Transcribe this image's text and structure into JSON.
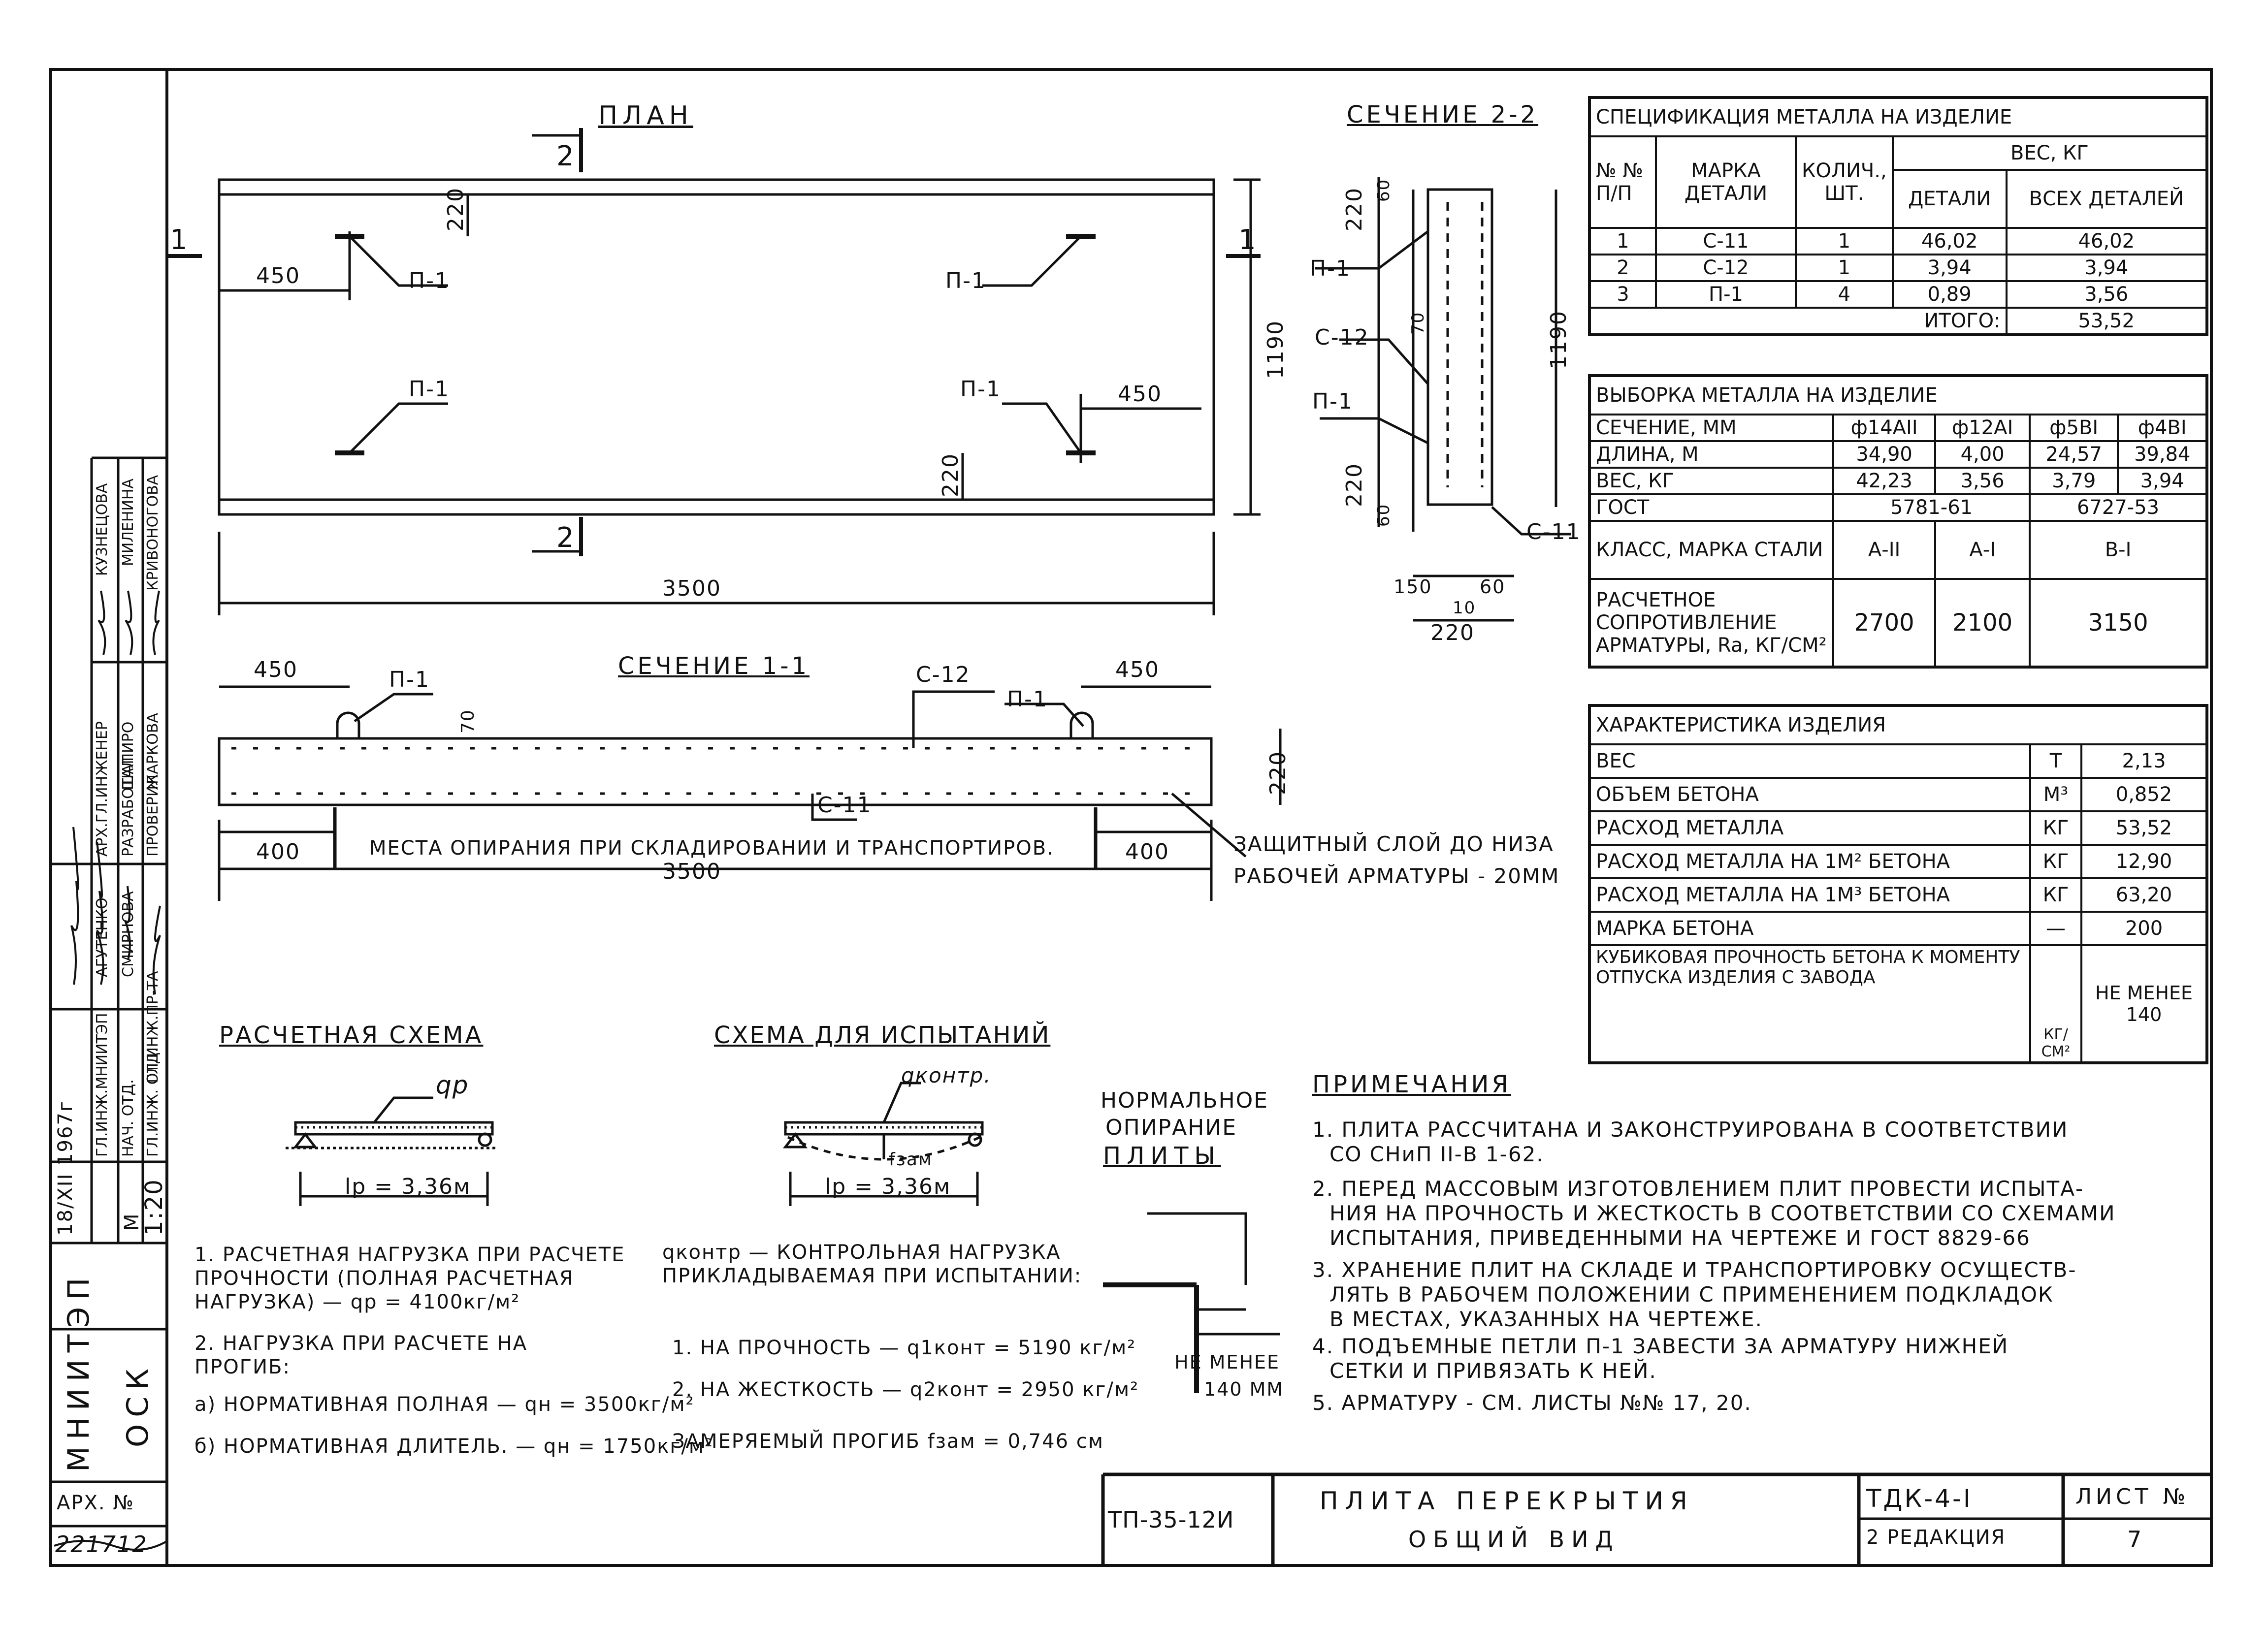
{
  "plan": {
    "title": "ПЛАН",
    "section_mark_left": "1",
    "section_mark_right": "1",
    "section2_top": "2",
    "section2_bottom": "2",
    "dim_450_left": "450",
    "dim_450_right": "450",
    "dim_220_top": "220",
    "dim_220_bottom": "220",
    "dim_1190": "1190",
    "dim_3500": "3500",
    "loop_labels": [
      "П-1",
      "П-1",
      "П-1",
      "П-1"
    ]
  },
  "section22": {
    "title": "СЕЧЕНИЕ 2-2",
    "labels": [
      "П-1",
      "С-12",
      "П-1",
      "С-11"
    ],
    "dims": [
      "220",
      "60",
      "70",
      "1190",
      "220",
      "60",
      "150",
      "60",
      "10",
      "220"
    ]
  },
  "section11": {
    "title": "СЕЧЕНИЕ 1-1",
    "dim_450_left": "450",
    "dim_450_right": "450",
    "dim_70": "70",
    "dim_220": "220",
    "dim_400_left": "400",
    "dim_400_right": "400",
    "dim_3500": "3500",
    "labels": [
      "П-1",
      "С-12",
      "П-1",
      "С-11"
    ],
    "support_note": "МЕСТА ОПИРАНИЯ ПРИ СКЛАДИРОВАНИИ И ТРАНСПОРТИРОВ.",
    "cover_note_1": "ЗАЩИТНЫЙ СЛОЙ ДО НИЗА",
    "cover_note_2": "РАБОЧЕЙ АРМАТУРЫ - 20ММ"
  },
  "spec_table": {
    "title": "СПЕЦИФИКАЦИЯ МЕТАЛЛА НА ИЗДЕЛИЕ",
    "h_num": "№ №\nП/П",
    "h_mark": "МАРКА ДЕТАЛИ",
    "h_qty": "КОЛИЧ., ШТ.",
    "h_weight": "ВЕС, КГ",
    "h_detail": "ДЕТАЛИ",
    "h_all": "ВСЕХ ДЕТАЛЕЙ",
    "rows": [
      [
        "1",
        "С-11",
        "1",
        "46,02",
        "46,02"
      ],
      [
        "2",
        "С-12",
        "1",
        "3,94",
        "3,94"
      ],
      [
        "3",
        "П-1",
        "4",
        "0,89",
        "3,56"
      ]
    ],
    "total_label": "ИТОГО:",
    "total_value": "53,52"
  },
  "sample_table": {
    "title": "ВЫБОРКА МЕТАЛЛА НА ИЗДЕЛИЕ",
    "h_section": "СЕЧЕНИЕ, ММ",
    "cols": [
      "ф14АII",
      "ф12АI",
      "ф5BI",
      "ф4BI"
    ],
    "h_length": "ДЛИНА, М",
    "length": [
      "34,90",
      "4,00",
      "24,57",
      "39,84"
    ],
    "h_weight": "ВЕС, КГ",
    "weight": [
      "42,23",
      "3,56",
      "3,79",
      "3,94"
    ],
    "h_gost": "ГОСТ",
    "gost_a": "5781-61",
    "gost_b": "6727-53",
    "h_class": "КЛАСС, МАРКА СТАЛИ",
    "class": [
      "А-II",
      "А-I",
      "В-I"
    ],
    "h_resist": "РАСЧЕТНОЕ СОПРОТИВЛЕНИЕ АРМАТУРЫ, Ra, КГ/СМ²",
    "resist": [
      "2700",
      "2100",
      "3150"
    ]
  },
  "char_table": {
    "title": "ХАРАКТЕРИСТИКА ИЗДЕЛИЯ",
    "rows": [
      [
        "ВЕС",
        "Т",
        "2,13"
      ],
      [
        "ОБЪЕМ БЕТОНА",
        "М³",
        "0,852"
      ],
      [
        "РАСХОД МЕТАЛЛА",
        "КГ",
        "53,52"
      ],
      [
        "РАСХОД МЕТАЛЛА НА 1М² БЕТОНА",
        "КГ",
        "12,90"
      ],
      [
        "РАСХОД МЕТАЛЛА НА 1М³ БЕТОНА",
        "КГ",
        "63,20"
      ],
      [
        "МАРКА БЕТОНА",
        "—",
        "200"
      ]
    ],
    "last_label": "КУБИКОВАЯ ПРОЧНОСТЬ БЕТОНА К МОМЕНТУ ОТПУСКА ИЗДЕЛИЯ С ЗАВОДА",
    "last_unit": "КГ/СМ²",
    "last_value": "НЕ МЕНЕЕ 140"
  },
  "calc": {
    "title": "РАСЧЕТНАЯ СХЕМА",
    "load": "qр",
    "span": "lр = 3,36м",
    "note1": "1. РАСЧЕТНАЯ НАГРУЗКА ПРИ РАСЧЕТЕ ПРОЧНОСТИ (ПОЛНАЯ РАСЧЕТНАЯ НАГРУЗКА) — qр = 4100кг/м²",
    "note2": "2. НАГРУЗКА ПРИ РАСЧЕТЕ НА ПРОГИБ:",
    "note2a": "а) НОРМАТИВНАЯ ПОЛНАЯ — qн = 3500кг/м²",
    "note2b": "б) НОРМАТИВНАЯ ДЛИТЕЛЬ. — qн = 1750кг/м²"
  },
  "test": {
    "title": "СХЕМА ДЛЯ ИСПЫТАНИЙ",
    "load": "qконтр.",
    "f": "fзам",
    "span": "lр = 3,36м",
    "def": "qконтр — КОНТРОЛЬНАЯ НАГРУЗКА ПРИКЛАДЫВАЕМАЯ ПРИ ИСПЫТАНИИ:",
    "n1": "1. НА ПРОЧНОСТЬ — q1конт = 5190 кг/м²",
    "n2": "2. НА ЖЕСТКОСТЬ — q2конт = 2950 кг/м²",
    "n3": "ЗАМЕРЯЕМЫЙ ПРОГИБ fзам = 0,746 см"
  },
  "support": {
    "title_1": "НОРМАЛЬНОЕ",
    "title_2": "ОПИРАНИЕ",
    "title_3": "ПЛИТЫ",
    "note_1": "НЕ МЕНЕЕ",
    "note_2": "140 ММ"
  },
  "notes": {
    "title": "ПРИМЕЧАНИЯ",
    "items": [
      "1. ПЛИТА РАССЧИТАНА И ЗАКОНСТРУИРОВАНА В СООТВЕТСТВИИ",
      "СО СНиП II-В 1-62.",
      "2. ПЕРЕД МАССОВЫМ ИЗГОТОВЛЕНИЕМ ПЛИТ ПРОВЕСТИ ИСПЫТА-",
      "НИЯ НА ПРОЧНОСТЬ И ЖЕСТКОСТЬ В СООТВЕТСТВИИ СО СХЕМАМИ",
      "ИСПЫТАНИЯ, ПРИВЕДЕННЫМИ НА ЧЕРТЕЖЕ И ГОСТ 8829-66",
      "3. ХРАНЕНИЕ ПЛИТ НА СКЛАДЕ И ТРАНСПОРТИРОВКУ ОСУЩЕСТВ-",
      "ЛЯТЬ В РАБОЧЕМ ПОЛОЖЕНИИ С ПРИМЕНЕНИЕМ ПОДКЛАДОК",
      "В МЕСТАХ, УКАЗАННЫХ НА ЧЕРТЕЖЕ.",
      "4. ПОДЪЕМНЫЕ ПЕТЛИ П-1 ЗАВЕСТИ ЗА АРМАТУРУ НИЖНЕЙ",
      "СЕТКИ И ПРИВЯЗАТЬ К НЕЙ.",
      "5. АРМАТУРУ - СМ. ЛИСТЫ №№ 17, 20."
    ]
  },
  "titleblock": {
    "project": "ТП-35-12И",
    "name_1": "ПЛИТА ПЕРЕКРЫТИЯ",
    "name_2": "ОБЩИЙ ВИД",
    "series": "ТДК-4-I",
    "edition": "2 РЕДАКЦИЯ",
    "sheet_label": "ЛИСТ №",
    "sheet_no": "7"
  },
  "stamp": {
    "org": "МНИИТЭП",
    "dept": "ОСК",
    "arch_label": "АРХ. №",
    "arch_no": "221712",
    "date": "18/XII 1967г",
    "scale_label": "М",
    "scale": "1:20",
    "roles": [
      "ГЛ.ИНЖ.МНИИТЭП",
      "НАЧ. ОТД.",
      "ГЛ.ИНЖ. ОТД.",
      "ГЛ.ИНЖ.ПР-ТА",
      "АРХ.ГЛ.ИНЖЕНЕР",
      "РАЗРАБОТАЛ",
      "ПРОВЕРИЛ"
    ],
    "names": [
      "АГУТЕНКО",
      "СМИРНОВА",
      "ШАПИРО",
      "ЖАРКОВА",
      "КУЗНЕЦОВА",
      "МИЛЕНИНА",
      "КРИВОНОГОВА"
    ]
  }
}
